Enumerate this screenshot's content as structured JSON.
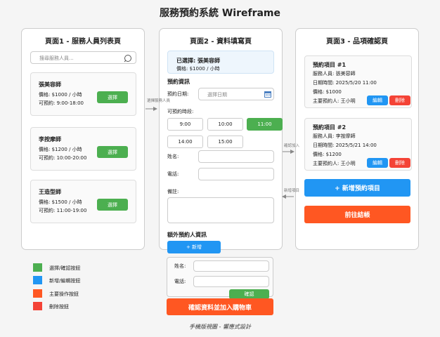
{
  "title": "服務預約系統 Wireframe",
  "caption": "手機版視圖 - 響應式設計",
  "colors": {
    "select": "#4caf50",
    "add_edit": "#2196f3",
    "primary": "#ff5722",
    "delete": "#f44336"
  },
  "page1": {
    "title": "頁面1 - 服務人員列表頁",
    "search_placeholder": "搜尋服務人員...",
    "staff": [
      {
        "name": "張美容師",
        "price": "價格: $1000 / 小時",
        "time": "可預約: 9:00-18:00",
        "button": "選擇"
      },
      {
        "name": "李按摩師",
        "price": "價格: $1200 / 小時",
        "time": "可預約: 10:00-20:00",
        "button": "選擇"
      },
      {
        "name": "王造型師",
        "price": "價格: $1500 / 小時",
        "time": "可預約: 11:00-19:00",
        "button": "選擇"
      }
    ]
  },
  "page2": {
    "title": "頁面2 - 資料填寫頁",
    "selected": "已選擇: 張美容師",
    "selected_price": "價格: $1000 / 小時",
    "section_booking": "預約資訊",
    "date_label": "預約日期:",
    "date_placeholder": "選擇日期",
    "slot_label": "可預約時段:",
    "slots": [
      "9:00",
      "10:00",
      "11:00",
      "14:00",
      "15:00"
    ],
    "name_label": "姓名:",
    "phone_label": "電話:",
    "note_label": "備註:",
    "section_extra": "額外預約人資訊",
    "add_button": "+ 新增",
    "extra_name_label": "姓名:",
    "extra_phone_label": "電話:",
    "confirm_small": "確認",
    "submit_button": "確認資料並加入購物車"
  },
  "page3": {
    "title": "頁面3 - 品項確認頁",
    "items": [
      {
        "title": "預約項目 #1",
        "staff": "服務人員: 張美容師",
        "date": "日期時間: 2025/5/20 11:00",
        "price": "價格: $1000",
        "booker": "主要預約人: 王小明",
        "edit": "編輯",
        "delete": "刪除"
      },
      {
        "title": "預約項目 #2",
        "staff": "服務人員: 李按摩師",
        "date": "日期時間: 2025/5/21 14:00",
        "price": "價格: $1200",
        "booker": "主要預約人: 王小明",
        "edit": "編輯",
        "delete": "刪除"
      }
    ],
    "add_item": "+ 新增預約項目",
    "checkout": "前往結帳"
  },
  "arrows": {
    "a1": "選擇服務人員",
    "a2": "確認加入",
    "a3": "新增項目"
  },
  "legend": [
    {
      "color": "#4caf50",
      "label": "選擇/確認按鈕"
    },
    {
      "color": "#2196f3",
      "label": "新增/編輯按鈕"
    },
    {
      "color": "#ff5722",
      "label": "主要操作按鈕"
    },
    {
      "color": "#f44336",
      "label": "刪除按鈕"
    }
  ]
}
